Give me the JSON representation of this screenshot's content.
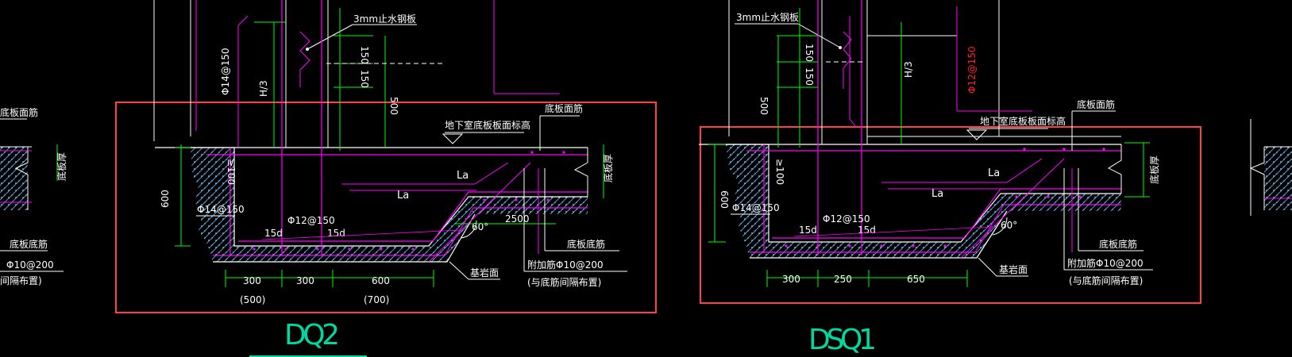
{
  "colors": {
    "background": "#000000",
    "rebar": "#ff00ff",
    "dimension": "#00ff00",
    "outline": "#ffffff",
    "highlight": "#ff4040",
    "concrete": "#5aa6d8",
    "title": "#00d8a0",
    "red_label": "#ff2020"
  },
  "left_detail": {
    "title": "DQ2",
    "labels": {
      "plate": "3mm止水钢板",
      "slab_top": "地下室底板板面标高",
      "slab_top_rebar": "底板面筋",
      "slab_thickness": "底板厚",
      "bottom_rebar": "底板底筋",
      "add_rebar": "附加筋Φ10@200",
      "add_rebar_note": "(与底筋间隔布置)",
      "foundation": "基岩面",
      "la_upper": "La",
      "la_lower": "La",
      "wall_rebar": "Φ14@150",
      "wall_bottom_rebar": "Φ14@150",
      "bar_12": "Φ12@150",
      "hook_a": "15d",
      "hook_b": "15d",
      "angle": "60°",
      "h3": "H/3",
      "min_100": "≥100",
      "d150a": "150",
      "d150b": "150",
      "d500": "500",
      "d600": "600",
      "d2500": "2500"
    },
    "dims": [
      "300",
      "300",
      "600"
    ],
    "dims_alt": [
      "(500)",
      "(700)"
    ]
  },
  "right_detail": {
    "title": "DSQ1",
    "labels": {
      "plate": "3mm止水钢板",
      "slab_top": "地下室底板板面标高",
      "slab_top_rebar": "底板面筋",
      "slab_thickness": "底板厚",
      "bottom_rebar": "底板底筋",
      "add_rebar": "附加筋Φ10@200",
      "add_rebar_note": "(与底筋间隔布置)",
      "foundation": "基岩面",
      "la_upper": "La",
      "la_lower": "La",
      "wall_bottom_rebar": "Φ14@150",
      "bar_12": "Φ12@150",
      "bar_12_red": "Φ12@150",
      "hook_a": "15d",
      "hook_b": "15d",
      "angle": "60°",
      "h3": "H/3",
      "min_100": "≥100",
      "d150a": "150",
      "d150b": "150",
      "d500": "500",
      "d600": "600"
    },
    "dims": [
      "300",
      "250",
      "650"
    ]
  },
  "edge_left": {
    "labels": {
      "slab_top_rebar": "底板面筋",
      "slab_thickness": "底板厚",
      "bottom_rebar": "底板底筋",
      "add_rebar": "Φ10@200",
      "add_rebar_note": "间隔布置)"
    }
  }
}
